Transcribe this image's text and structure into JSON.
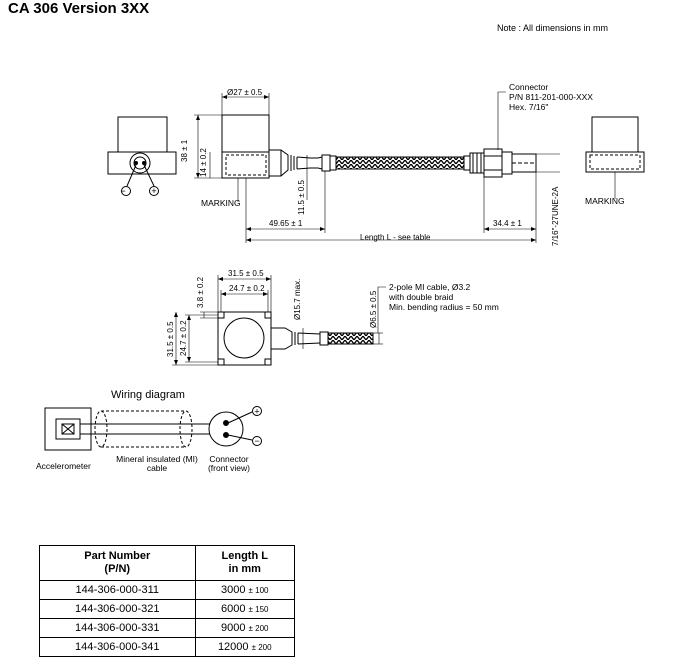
{
  "title": "CA 306 Version 3XX",
  "note": "Note : All dimensions in mm",
  "top_view": {
    "dia_27": "Ø27 ± 0.5",
    "h_38": "38 ± 1",
    "h_14": "14 ± 0.2",
    "marking_left": "MARKING",
    "dim_4965": "49.65 ± 1",
    "dim_115": "11.5 ± 0.5",
    "length": "Length L - see table",
    "dim_344": "34.4 ± 1",
    "thread": "7/16\"-27UNE-2A",
    "marking_right": "MARKING",
    "connector_line1": "Connector",
    "connector_line2": "P/N 811-201-000-XXX",
    "connector_line3": "Hex. 7/16\""
  },
  "front_view": {
    "w_315": "31.5 ± 0.5",
    "w_247": "24.7 ± 0.2",
    "h_38": "3.8 ± 0.2",
    "dia_157": "Ø15.7 max.",
    "v_315": "31.5 ± 0.5",
    "v_247": "24.7 ± 0.2",
    "dia_65": "Ø6.5 ± 0.5",
    "cable_line1": "2-pole MI cable, Ø3.2",
    "cable_line2": "with double braid",
    "cable_line3": "Min. bending radius = 50 mm"
  },
  "wiring": {
    "heading": "Wiring diagram",
    "accelerometer": "Accelerometer",
    "cable_line1": "Mineral insulated (MI)",
    "cable_line2": "cable",
    "connector_line1": "Connector",
    "connector_line2": "(front view)",
    "plus": "+",
    "minus": "−"
  },
  "table": {
    "header_pn_line1": "Part Number",
    "header_pn_line2": "(P/N)",
    "header_len_line1": "Length L",
    "header_len_line2": "in mm",
    "rows": [
      {
        "pn": "144-306-000-311",
        "len": "3000",
        "tol": "± 100"
      },
      {
        "pn": "144-306-000-321",
        "len": "6000",
        "tol": "± 150"
      },
      {
        "pn": "144-306-000-331",
        "len": "9000",
        "tol": "± 200"
      },
      {
        "pn": "144-306-000-341",
        "len": "12000",
        "tol": "± 200"
      }
    ]
  }
}
